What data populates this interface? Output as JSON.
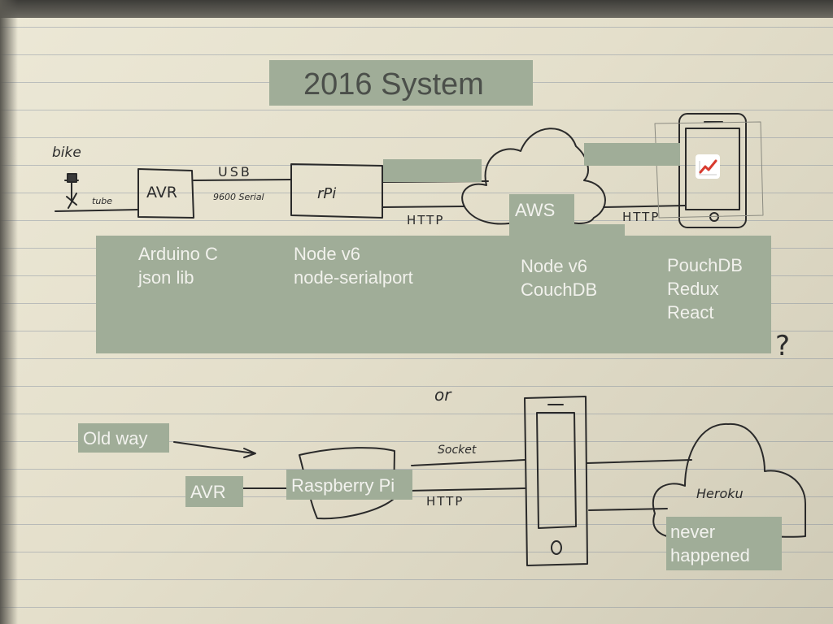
{
  "title": "2016 System",
  "sketch": {
    "bike": "bike",
    "tube": "tube",
    "avr": "AVR",
    "usb": "USB",
    "serial": "9600 Serial",
    "rpi": "rPi",
    "http_left": "HTTP",
    "http_right": "HTTP",
    "or": "or",
    "socket": "Socket",
    "http_lower": "HTTP",
    "heroku": "Heroku",
    "question": "?"
  },
  "labels": {
    "aws": "AWS",
    "old_way": "Old way",
    "avr": "AVR",
    "raspberry_pi": "Raspberry Pi",
    "never_happened": "never\nhappened"
  },
  "stack": {
    "avr": "Arduino C\njson lib",
    "rpi": "Node v6\nnode-serialport",
    "aws": "Node v6\nCouchDB",
    "phone": "PouchDB\nRedux\nReact"
  },
  "icons": {
    "chart": "chart-up-icon"
  },
  "colors": {
    "overlay": "#a0ad98",
    "overlay_dark": "#8fa088",
    "paper": "#e6e1cd",
    "ink": "#2c2c2c"
  }
}
